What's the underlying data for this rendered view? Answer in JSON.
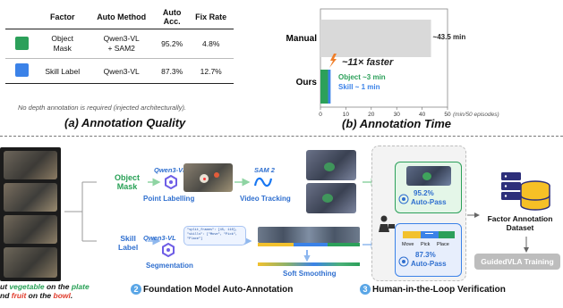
{
  "table": {
    "headers": [
      "Factor",
      "Auto Method",
      "Auto\nAcc.",
      "Fix Rate"
    ],
    "rows": [
      {
        "factor": "Object\nMask",
        "method": "Qwen3-VL\n+ SAM2",
        "acc": "95.2%",
        "fix": "4.8%",
        "color": "#2ca05a"
      },
      {
        "factor": "Skill Label",
        "method": "Qwen3-VL",
        "acc": "87.3%",
        "fix": "12.7%",
        "color": "#3b82e8"
      }
    ],
    "note": "No depth annotation is required (injected architecturally).",
    "caption": "(a) Annotation Quality"
  },
  "chart_data": {
    "type": "bar",
    "orientation": "horizontal",
    "categories": [
      "Manual",
      "Ours"
    ],
    "series": [
      {
        "name": "Object",
        "values": [
          null,
          3
        ]
      },
      {
        "name": "Skill",
        "values": [
          null,
          1
        ]
      },
      {
        "name": "Manual",
        "values": [
          43.5,
          null
        ]
      }
    ],
    "xlim": [
      0,
      50
    ],
    "xticks": [
      "0",
      "10",
      "20",
      "30",
      "40",
      "50"
    ],
    "xunit": "(min/50 episodes)",
    "labels": {
      "manual": "~43.5 min",
      "object": "Object ~3 min",
      "skill": "Skill ~ 1 min",
      "speedup": "~11× faster"
    },
    "caption": "(b) Annotation Time",
    "colors": {
      "manual": "#d9d9d9",
      "object": "#2ca05a",
      "skill": "#3b82e8"
    }
  },
  "pipeline": {
    "instruction_a": "ut ",
    "instruction_veg": "vegetable",
    "instruction_b": " on the ",
    "instruction_plate": "plate",
    "instruction_c": "nd ",
    "instruction_fruit": "fruit",
    "instruction_d": " on the ",
    "instruction_bowl": "bowl",
    "instruction_e": ".",
    "object_mask_label": "Object\nMask",
    "skill_label_label": "Skill\nLabel",
    "qwen_a": "Qwen3-VL",
    "qwen_b": "Qwen3-VL",
    "sam2": "SAM 2",
    "point_labelling": "Point Labelling",
    "video_tracking": "Video Tracking",
    "segmentation": "Segmentation",
    "soft_smoothing": "Soft Smoothing",
    "json_text": "\"split_frames\": [45, 110],\n\"skills\": [\"Move\", \"Pick\", \"Place\"]",
    "step2_num": "2",
    "step2_title": "Foundation Model Auto-Annotation",
    "step3_num": "3",
    "step3_title": "Human-in-the-Loop Verification",
    "pass_top_pct": "95.2%",
    "pass_top_lbl": "Auto-Pass",
    "pass_bot_pct": "87.3%",
    "pass_bot_lbl": "Auto-Pass",
    "skill_move": "Move",
    "skill_pick": "Pick",
    "skill_place": "Place",
    "dataset": "Factor Annotation\nDataset",
    "training": "GuidedVLA Training"
  }
}
